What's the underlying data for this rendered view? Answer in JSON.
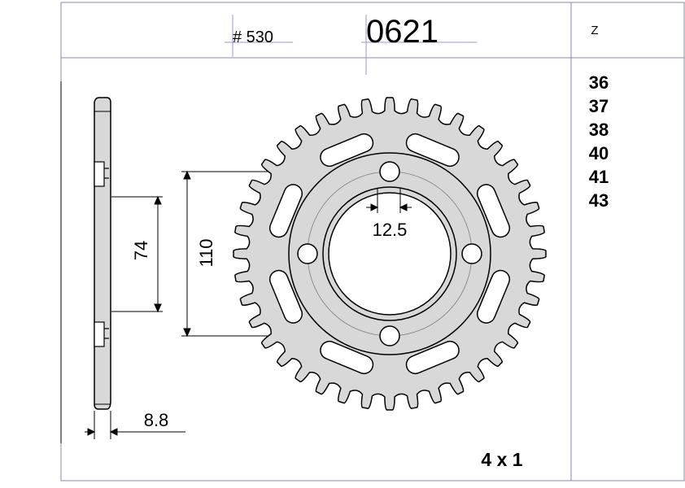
{
  "header": {
    "chain_pitch": "# 530",
    "part_number": "0621",
    "teeth_column_label": "Z"
  },
  "teeth_options": [
    "36",
    "37",
    "38",
    "40",
    "41",
    "43"
  ],
  "dimensions": {
    "bolt_hole_diameter": "12.5",
    "bolt_circle_horizontal": "74",
    "bolt_circle_vertical": "110",
    "thickness": "8.8"
  },
  "bolt_pattern": "4 x 1",
  "colors": {
    "fill": "#d8d8d8",
    "line": "#000000",
    "frame": "#8a8aaa",
    "guide": "#9a9ad0"
  },
  "sprocket": {
    "tooth_count": 40,
    "bolt_holes": 4,
    "lightening_slots": 8
  }
}
